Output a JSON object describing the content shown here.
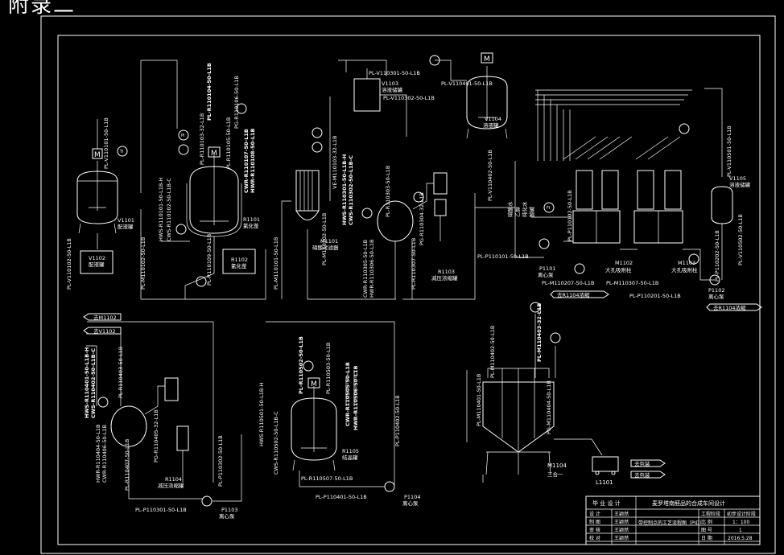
{
  "heading": "附录二",
  "colors": {
    "background": "#000000",
    "line": "#ffffff"
  },
  "equipment": {
    "v1101": {
      "tag": "V1101",
      "name": "配液罐"
    },
    "v1102": {
      "tag": "V1102",
      "name": "配液罐"
    },
    "r1101": {
      "tag": "R1101",
      "name": "氯化釜"
    },
    "r1102": {
      "tag": "R1102",
      "name": "氯化釜"
    },
    "m1101": {
      "tag": "M1101",
      "name": "硝酸过滤器"
    },
    "r1103": {
      "tag": "R1103",
      "name": "减压浓缩罐"
    },
    "v1103": {
      "tag": "V1103",
      "name": "溶液储罐"
    },
    "v1104": {
      "tag": "V1104",
      "name": "溶液罐"
    },
    "v1105": {
      "tag": "V1105",
      "name": "溶液储罐"
    },
    "m1102": {
      "tag": "M1102",
      "name": "大孔吸附柱"
    },
    "m1103": {
      "tag": "M1103",
      "name": "大孔吸附柱"
    },
    "p1101": {
      "tag": "P1101",
      "name": "离心泵"
    },
    "p1102": {
      "tag": "P1102",
      "name": "离心泵"
    },
    "r1104": {
      "tag": "R1104",
      "name": "减压浓缩罐"
    },
    "r1105": {
      "tag": "R1105",
      "name": "结晶罐"
    },
    "p1103": {
      "tag": "P1103",
      "name": "离心泵"
    },
    "p1104": {
      "tag": "P1104",
      "name": "离心泵"
    },
    "m1104": {
      "tag": "M1104",
      "name": "三合一"
    },
    "l1101": {
      "tag": "L1101"
    }
  },
  "pipe_labels": {
    "l01": "PL-V110101-50-L1B",
    "l02": "PL-V110102-50-L1B",
    "l03": "HWS-R110101-50-L1B-H",
    "l04": "CWS-R110102-50-L1B-C",
    "l05": "PL-R110103-32-L1B",
    "l06": "PL-R110104-50-L1B",
    "l07": "PL-R110105-50-L1B",
    "l08": "PG-R110106-50-L1B",
    "l09": "CWR-R110107-50-L1B",
    "l10": "HWR-R110108-50-L1B",
    "l11": "PL-R110109-50-L1B",
    "l12": "PL-M110101-50-L1B",
    "l13": "PL-M110102-50-L1B",
    "l14": "VE-M110103-32-L1B",
    "l15": "HWS-R110301-50-L1B-H",
    "l16": "CWS-R110302-50-L1B-C",
    "l17": "PL-V110301-50-L1B",
    "l18": "PL-V110302-50-L1B",
    "l19": "PL-R110303-50-L1B",
    "l20": "PG-R110304-32-L1B",
    "l21": "CWR-R110305-50-L1B",
    "l22": "HWR-R110306-50-L1B",
    "l23": "PL-R110307-50-L1B",
    "l24": "PL-V110401-50-L1B",
    "l25": "PL-V110402-50-L1B",
    "l26": "PL-P110101-50-L1B",
    "l27": "PL-P110102-50-L1B",
    "l28": "PL-M110207-50-L1B",
    "l29": "PL-M110307-50-L1B",
    "l30": "PL-P110201-50-L1B",
    "l31": "PL-P110202-50-L1B",
    "l32": "PL-V110501-50-L1B",
    "l33": "PL-V110502-50-L1B",
    "l34": "HWS-R110401-50-L1B-H",
    "l35": "CWS-R110402-50-L1B-C",
    "l36": "PL-R110403-50-L1B",
    "l37": "PG-R110405-32-L1B",
    "l38": "HWR-R110404-50-L1B",
    "l39": "CWR-R110406-50-L1B",
    "l40": "PL-R110407-50-L1B",
    "l41": "PL-P110301-50-L1B",
    "l42": "PL-P110302-50-L1B",
    "l43": "PL-R110502-50-L1B",
    "l44": "HWS-R110501-50-L1B-H",
    "l45": "CWS-R110502-50-L1B-C",
    "l46": "PL-R110503-50-L1B",
    "l47": "CWR-R110505-50-L1B",
    "l48": "HWR-R110506-50-L1B",
    "l49": "PL-R110507-50-L1B",
    "l50": "PL-P110401-50-L1B",
    "l51": "PL-P110402-50-L1B",
    "l52": "PL-M110401-50-L1B",
    "l53": "PL-M110402-50-L1B",
    "l54": "PL-M110403-32-L1B",
    "l55": "PG-M110404-50-L1B",
    "l56": "PL-M110102-50-L1B"
  },
  "connectors": {
    "to_r1104_a": "去R1104浓缩",
    "to_r1104_b": "去R1104浓缩",
    "to_m1102": "去M1102",
    "to_v1102": "去V1102",
    "to_storage_1": "去包装",
    "to_storage_2": "去包装"
  },
  "branch_labels": [
    "硝酸水",
    "乙醇",
    "纯化水",
    "酸碱"
  ],
  "instrument_tags": {
    "ti": "TI",
    "pi": "PI",
    "fi": "FI"
  },
  "title_block": {
    "project_label": "毕 业 设 计",
    "project_title": "麦罗塔南醛品的合成车间设计",
    "role_labels": [
      "设 计",
      "制 图",
      "审 核",
      "校 对"
    ],
    "signatures": [
      "王颖然",
      "王颖然",
      "王颖然",
      "王颖然"
    ],
    "drawing_title": "带控制点的工艺流程图（PID）",
    "field_labels": [
      "工程阶段",
      "比 例",
      "图 号",
      "日 期"
    ],
    "field_values": [
      "初步设计阶段",
      "1：100",
      "1",
      "2016.5.28"
    ]
  }
}
